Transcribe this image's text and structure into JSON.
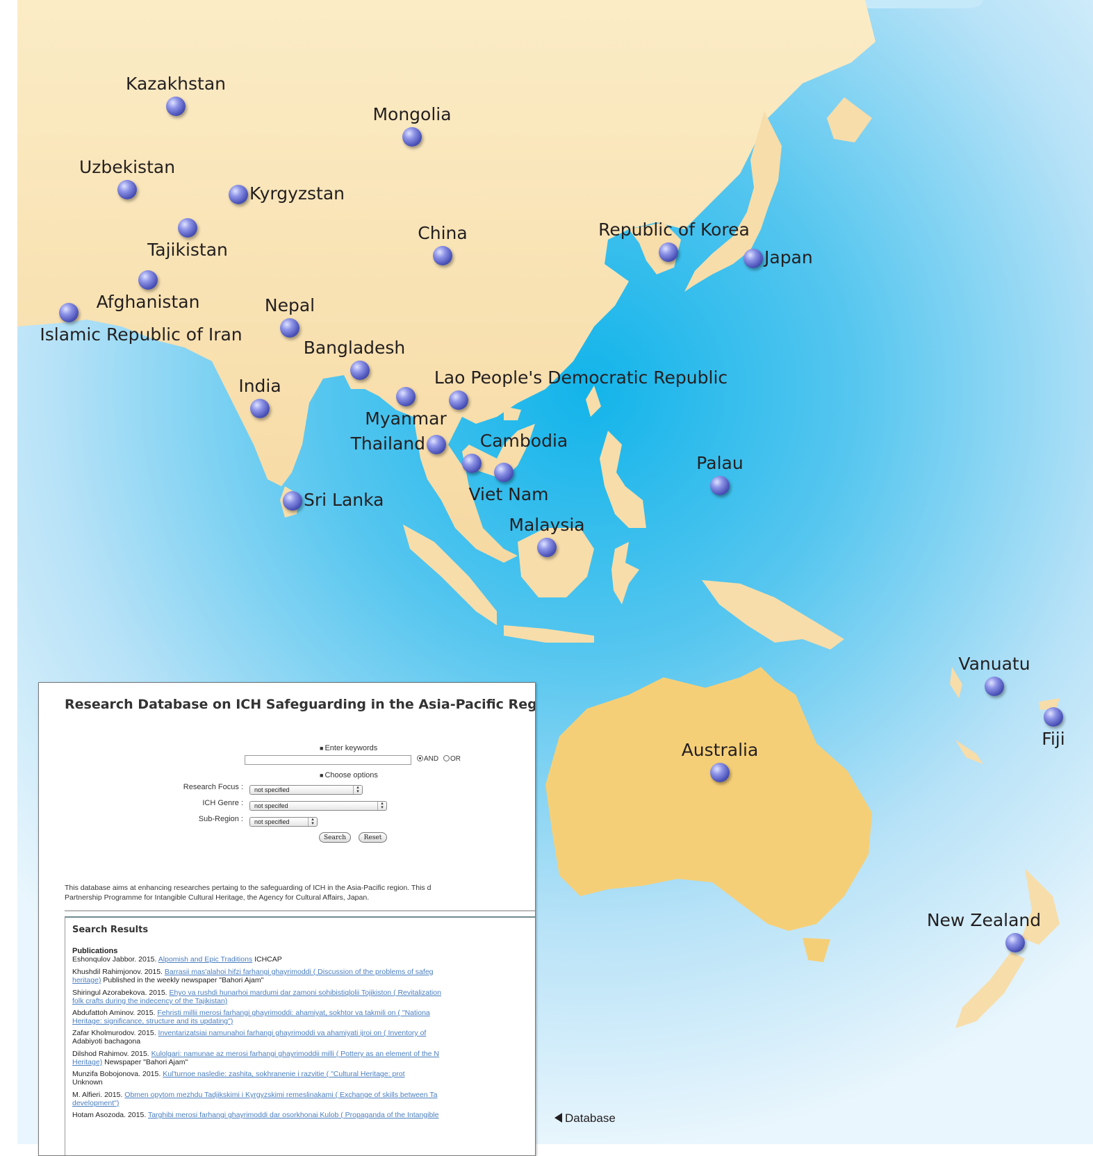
{
  "countries": [
    {
      "id": "kazakhstan",
      "name": "Kazakhstan",
      "pos": "top"
    },
    {
      "id": "mongolia",
      "name": "Mongolia",
      "pos": "top"
    },
    {
      "id": "uzbekistan",
      "name": "Uzbekistan",
      "pos": "top"
    },
    {
      "id": "kyrgyzstan",
      "name": "Kyrgyzstan",
      "pos": "right"
    },
    {
      "id": "tajikistan",
      "name": "Tajikistan",
      "pos": "bottom"
    },
    {
      "id": "china",
      "name": "China",
      "pos": "top"
    },
    {
      "id": "republic-of-korea",
      "name": "Republic of Korea",
      "pos": "top"
    },
    {
      "id": "japan",
      "name": "Japan",
      "pos": "right"
    },
    {
      "id": "afghanistan",
      "name": "Afghanistan",
      "pos": "bottom"
    },
    {
      "id": "nepal",
      "name": "Nepal",
      "pos": "top"
    },
    {
      "id": "islamic-republic-of-iran",
      "name": "Islamic Republic of Iran",
      "pos": "bottom"
    },
    {
      "id": "bangladesh",
      "name": "Bangladesh",
      "pos": "top"
    },
    {
      "id": "lao",
      "name": "Lao People's Democratic Republic",
      "pos": "top"
    },
    {
      "id": "india",
      "name": "India",
      "pos": "top"
    },
    {
      "id": "myanmar",
      "name": "Myanmar",
      "pos": "bottom"
    },
    {
      "id": "thailand",
      "name": "Thailand",
      "pos": "left"
    },
    {
      "id": "cambodia",
      "name": "Cambodia",
      "pos": "top"
    },
    {
      "id": "palau",
      "name": "Palau",
      "pos": "top"
    },
    {
      "id": "viet-nam",
      "name": "Viet Nam",
      "pos": "bottom"
    },
    {
      "id": "sri-lanka",
      "name": "Sri Lanka",
      "pos": "right"
    },
    {
      "id": "malaysia",
      "name": "Malaysia",
      "pos": "top"
    },
    {
      "id": "vanuatu",
      "name": "Vanuatu",
      "pos": "top"
    },
    {
      "id": "fiji",
      "name": "Fiji",
      "pos": "bottom"
    },
    {
      "id": "australia",
      "name": "Australia",
      "pos": "top"
    },
    {
      "id": "new-zealand",
      "name": "New Zealand",
      "pos": "top"
    }
  ],
  "database": {
    "title": "Research Database on ICH Safeguarding in the Asia-Pacific Region",
    "keywords_heading": "Enter keywords",
    "keyword_value": "",
    "radio_and": "AND",
    "radio_or": "OR",
    "options_heading": "Choose options",
    "research_focus_label": "Research Focus :",
    "research_focus_value": "not specified",
    "ich_genre_label": "ICH Genre :",
    "ich_genre_value": "not specifed",
    "sub_region_label": "Sub-Region :",
    "sub_region_value": "not specified",
    "search_button": "Search",
    "reset_button": "Reset",
    "description_line1": "This database aims at enhancing researches pertaing to the safeguarding of ICH in the Asia-Pacific region. This d",
    "description_line2": "Partnership Programme for Intangible Cultural Heritage, the Agency for Cultural Affairs, Japan.",
    "results_title": "Search Results",
    "publications_heading": "Publications",
    "entries": [
      {
        "a": "Eshonqulov Jabbor. 2015. ",
        "link": "Alpomish and Epic Traditions",
        "b": " ICHCAP",
        "l2link": "",
        "l2": ""
      },
      {
        "a": "Khushdil Rahimjonov. 2015. ",
        "link": "Barrasii mas'alahoi hifzi farhangi ghayrimoddi ( Discussion of the problems of safeg",
        "b": "",
        "l2link": "heritage)",
        "l2": " Published in the weekly newspaper \"Bahori Ajam\""
      },
      {
        "a": "Shiringul Azorabekova. 2015. ",
        "link": "Ehyo va rushdi hunarhoi mardumi dar zamoni sohibistiqlolii Tojikiston ( Revitalization",
        "b": "",
        "l2link": "folk crafts during the indecency of the Tajikistan)",
        "l2": ""
      },
      {
        "a": "Abdufattoh Aminov. 2015. ",
        "link": "Fehristi millii merosi farhangi ghayrimoddi: ahamiyat, sokhtor va takmili on ( \"Nationa",
        "b": "",
        "l2link": "Heritage: significance, structure and its updating\")",
        "l2": ""
      },
      {
        "a": "Zafar Kholmurodov. 2015. ",
        "link": "Inventarizatsiai namunahoi farhangi ghayrimoddi va ahamiyati ijroi on ( Inventory of",
        "b": "",
        "l2link": "",
        "l2": "Adabiyoti bachagona"
      },
      {
        "a": "Dilshod Rahimov. 2015. ",
        "link": "Kulolgari: namunae az merosi farhangi ghayrimoddii milli ( Pottery as an element of the N",
        "b": "",
        "l2link": "Heritage)",
        "l2": " Newspaper \"Bahori Ajam\""
      },
      {
        "a": "Munzifa Bobojonova. 2015. ",
        "link": "Kul'turnoe nasledie: zashita, sokhranenie i razvitie ( \"Cultural Heritage: prot",
        "b": "",
        "l2link": "",
        "l2": "Unknown"
      },
      {
        "a": "M. Alfieri. 2015. ",
        "link": "Obmen opytom mezhdu Tadjikskimi i Kyrgyzskimi remeslinakami ( Exchange of skills between Ta",
        "b": "",
        "l2link": "development\")",
        "l2": ""
      },
      {
        "a": "Hotam Asozoda. 2015. ",
        "link": "Targhibi merosi farhangi ghayrimoddi dar osorkhonai Kulob ( Propaganda of the Intangible",
        "b": "",
        "l2link": "",
        "l2": ""
      }
    ]
  },
  "caption": "Database",
  "colors": {
    "ocean_deep": "#29b8eb",
    "ocean_light": "#d2ecfa",
    "land": "#f7ddaa",
    "australia": "#f5cf77",
    "marker": "#4b52b8"
  }
}
